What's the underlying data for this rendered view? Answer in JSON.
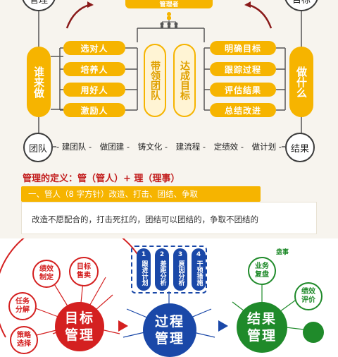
{
  "top": {
    "banner": "管理者",
    "left_top_circle": "管理",
    "right_top_circle": "目标",
    "left_caption": "谁来做",
    "right_caption": "做什么",
    "left_items": [
      "选对人",
      "培养人",
      "用好人",
      "激励人"
    ],
    "center_left": "带领团队",
    "center_right": "达成目标",
    "right_items": [
      "明确目标",
      "跟踪过程",
      "评估结果",
      "总结改进"
    ],
    "left_bottom_circle": "团队",
    "right_bottom_circle": "结果",
    "flow": [
      "建团队",
      "做团建",
      "铸文化",
      "建流程",
      "定绩效",
      "做计划"
    ],
    "definition_title": "管理的定义：管（管人）+ 理（理事）",
    "definition_band": "一、管人（8 字方针）改造、打击、团结、争取",
    "definition_note": "改造不愿配合的，打击死扛的，团结可以团结的，争取不团结的"
  },
  "bottom": {
    "left_big": [
      "目标",
      "管理"
    ],
    "center_big": [
      "过程",
      "管理"
    ],
    "right_big": [
      "结果",
      "管理"
    ],
    "left_bubbles": [
      "绩效制定",
      "目标售卖",
      "任务分解",
      "策略选择"
    ],
    "center_pills": [
      {
        "num": "1",
        "text": "跟进计划"
      },
      {
        "num": "2",
        "text": "差距分析"
      },
      {
        "num": "3",
        "text": "原因分析"
      },
      {
        "num": "4",
        "text": "干预措施"
      }
    ],
    "right_label": "盘事",
    "right_bubbles": [
      "业务复盘",
      "绩效评价"
    ]
  },
  "colors": {
    "yellow": "#f6b400",
    "red": "#d42020",
    "blue": "#1a48a8",
    "green": "#1f8a2a"
  }
}
